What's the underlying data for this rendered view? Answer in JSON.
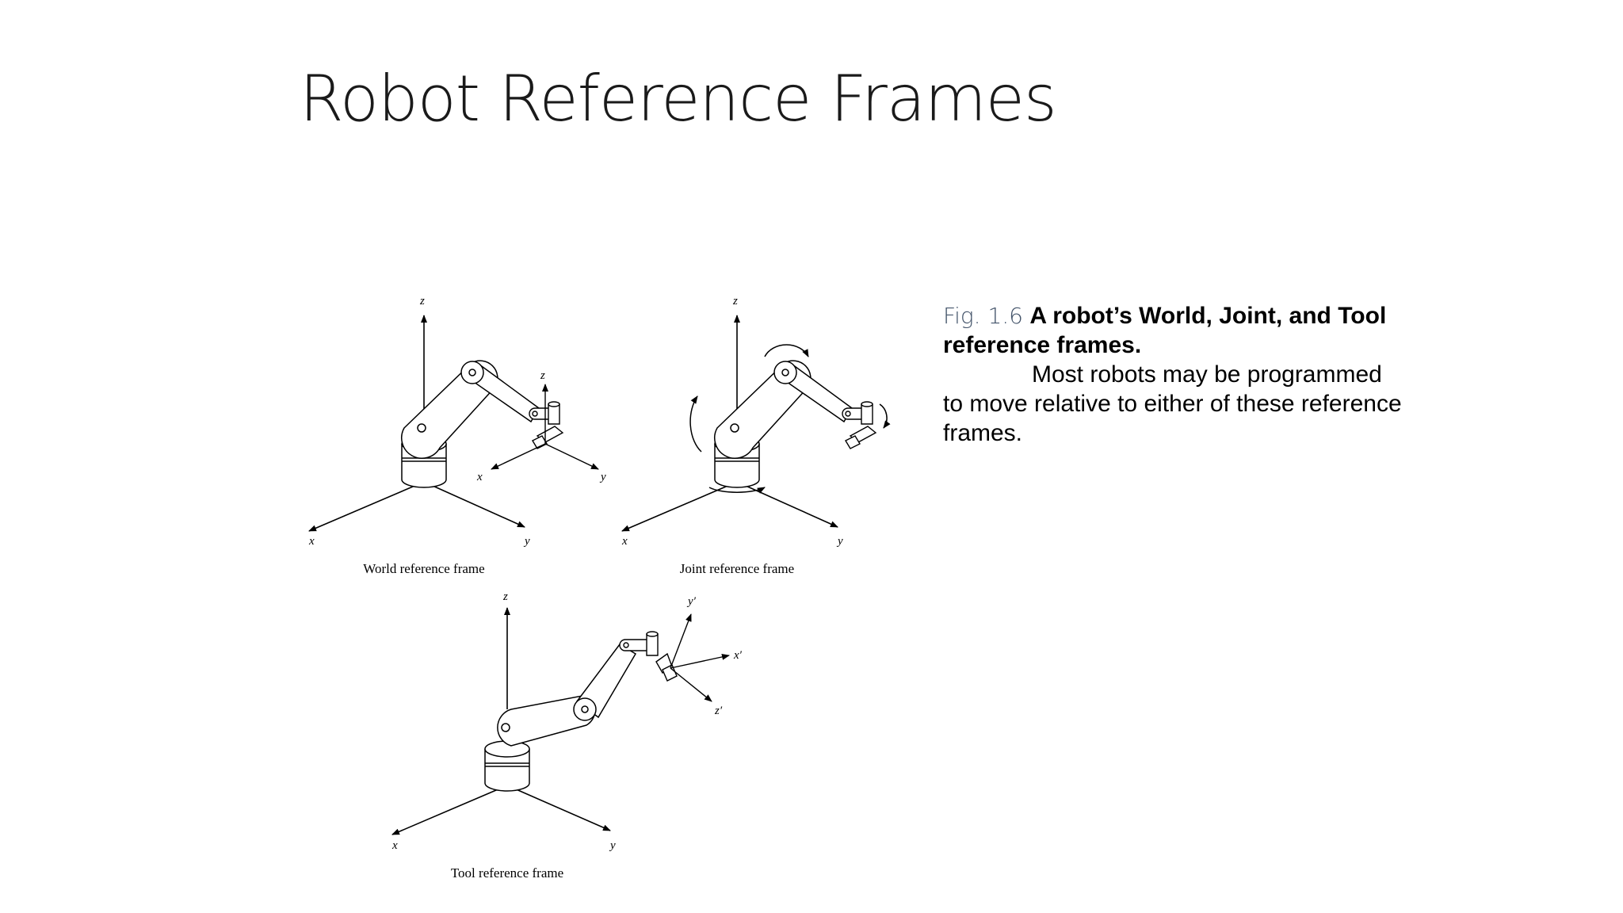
{
  "slide": {
    "title": "Robot Reference Frames"
  },
  "figure": {
    "panels": [
      {
        "name": "World reference frame",
        "axes": {
          "z": "z",
          "x": "x",
          "y": "y",
          "tool_z": "z",
          "tool_x": "x",
          "tool_y": "y"
        }
      },
      {
        "name": "Joint reference frame",
        "axes": {
          "z": "z",
          "x": "x",
          "y": "y"
        }
      },
      {
        "name": "Tool reference frame",
        "axes": {
          "z": "z",
          "x": "x",
          "y": "y",
          "tool_x": "x′",
          "tool_y": "y′",
          "tool_z": "z′"
        }
      }
    ]
  },
  "caption": {
    "fig_number": "Fig. 1.6",
    "fig_title": "A robot’s World, Joint, and Tool reference frames.",
    "body": "Most robots may be programmed to move relative to either of these reference frames."
  }
}
